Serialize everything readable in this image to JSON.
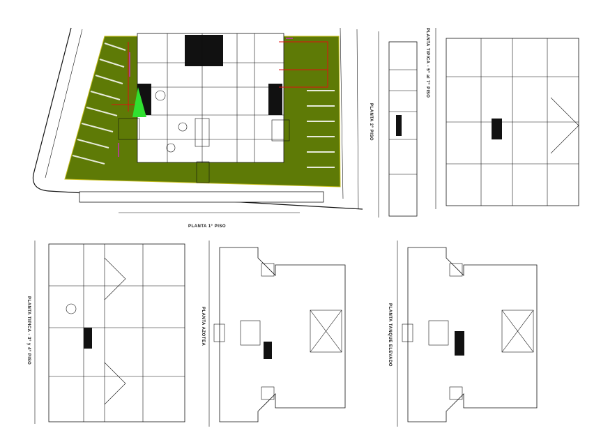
{
  "drawings": {
    "site_plan": {
      "title": "PLANTA 1° PISO"
    },
    "second_floor": {
      "title": "PLANTA 2° PISO"
    },
    "typical_5_7": {
      "title": "PLANTA TIPICA - 5° al 7° PISO"
    },
    "typical_3_4": {
      "title": "PLANTA TIPICA - 3° y 4° PISO"
    },
    "roof": {
      "title": "PLANTA AZOTEA"
    },
    "water_tank": {
      "title": "PLANTA TANQUE ELEVADO"
    }
  },
  "colors": {
    "lawn": "#5e7a06",
    "line": "#111111",
    "annotation_red": "#e01010",
    "annotation_magenta": "#e020e0",
    "annotation_yellow": "#f0e020",
    "highlight_green": "#30e030"
  }
}
